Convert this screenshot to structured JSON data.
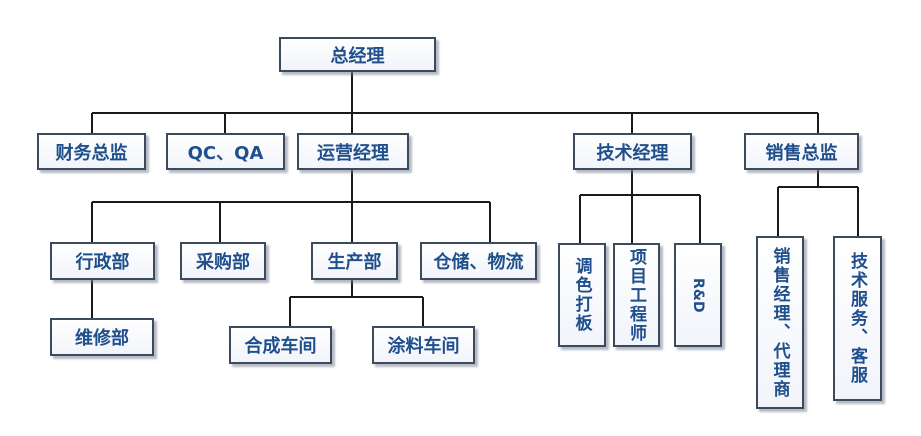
{
  "diagram": {
    "ceo": "总经理",
    "finance": "财务总监",
    "qc": "QC、QA",
    "operations": "运营经理",
    "tech": "技术经理",
    "sales": "销售总监",
    "admin": "行政部",
    "purchasing": "采购部",
    "production": "生产部",
    "warehouse": "仓储、物流",
    "maintenance": "维修部",
    "synthesis": "合成车间",
    "coating": "涂料车间",
    "color_matching": "调色打板",
    "project_engineer": "项目工程师",
    "rnd": "R&D",
    "sales_agent": "销售经理、代理商",
    "tech_service": "技术服务、客服"
  },
  "colors": {
    "text": "#1f4f8c",
    "border": "#3b4a5c",
    "line": "#1a1a1a"
  }
}
